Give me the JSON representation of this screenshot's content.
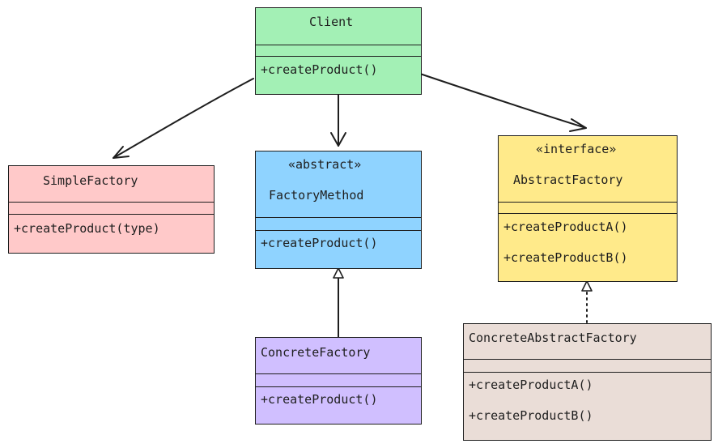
{
  "colors": {
    "client": "#a3f0b5",
    "simple_factory": "#ffc9c9",
    "factory_method": "#8fd3ff",
    "abstract_factory": "#ffea8a",
    "concrete_factory": "#d0bfff",
    "concrete_abstract_factory": "#eaddd7",
    "stroke": "#1e1e1e"
  },
  "client": {
    "name": "Client",
    "methods": [
      "+createProduct()"
    ]
  },
  "simple_factory": {
    "name": "SimpleFactory",
    "methods": [
      "+createProduct(type)"
    ]
  },
  "factory_method": {
    "stereotype": "«abstract»",
    "name": "FactoryMethod",
    "methods": [
      "+createProduct()"
    ]
  },
  "abstract_factory": {
    "stereotype": "«interface»",
    "name": "AbstractFactory",
    "methods": [
      "+createProductA()",
      "+createProductB()"
    ]
  },
  "concrete_factory": {
    "name": "ConcreteFactory",
    "methods": [
      "+createProduct()"
    ]
  },
  "concrete_abstract_factory": {
    "name": "ConcreteAbstractFactory",
    "methods": [
      "+createProductA()",
      "+createProductB()"
    ]
  },
  "relations": [
    {
      "from": "client",
      "to": "simple_factory",
      "kind": "association"
    },
    {
      "from": "client",
      "to": "factory_method",
      "kind": "association"
    },
    {
      "from": "client",
      "to": "abstract_factory",
      "kind": "association"
    },
    {
      "from": "concrete_factory",
      "to": "factory_method",
      "kind": "inheritance"
    },
    {
      "from": "concrete_abstract_factory",
      "to": "abstract_factory",
      "kind": "realization"
    }
  ]
}
